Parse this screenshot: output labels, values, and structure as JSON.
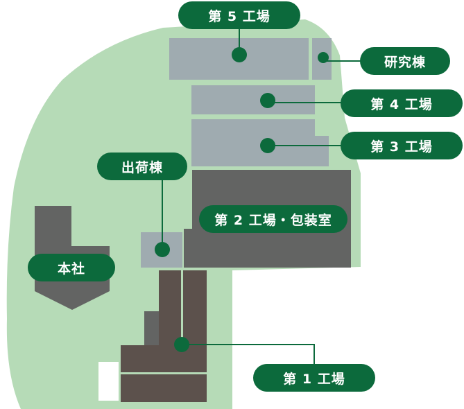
{
  "colors": {
    "ground": "#b6dbb7",
    "light_building": "#9fabb0",
    "dark_building": "#636463",
    "brown_building": "#5c514c",
    "label": "#0c6a3c",
    "label_text": "#ffffff"
  },
  "labels": {
    "factory5": "第 5 工場",
    "lab": "研究棟",
    "factory4": "第 4 工場",
    "factory3": "第 3 工場",
    "shipping": "出荷棟",
    "factory2": "第 2 工場・包装室",
    "headquarters": "本社",
    "factory1": "第 1 工場"
  }
}
